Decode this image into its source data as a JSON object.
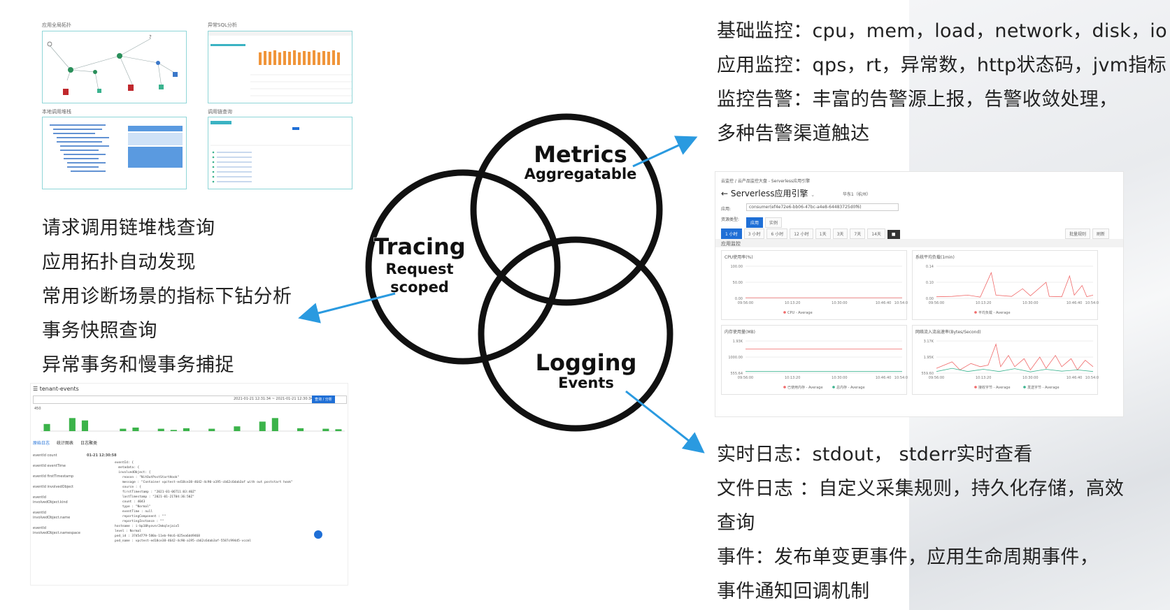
{
  "thumbs": {
    "topology_title": "应用全局拓扑",
    "sql_title": "异常SQL分析",
    "stack_title": "本地调用堆栈",
    "trace_title": "调用链查询"
  },
  "left_features": [
    "请求调用链堆栈查询",
    "应用拓扑自动发现",
    "常用诊断场景的指标下钻分析",
    "事务快照查询",
    "异常事务和慢事务捕捉"
  ],
  "venn": {
    "metrics": {
      "title": "Metrics",
      "sub": "Aggregatable"
    },
    "tracing": {
      "title": "Tracing",
      "sub1": "Request",
      "sub2": "scoped"
    },
    "logging": {
      "title": "Logging",
      "sub": "Events"
    }
  },
  "right_top": [
    "基础监控：cpu，mem，load，network，disk，io",
    "应用监控：qps，rt，异常数，http状态码，jvm指标",
    "监控告警：丰富的告警源上报，告警收敛处理，",
    "多种告警渠道触达"
  ],
  "right_bottom": [
    "实时日志：stdout， stderr实时查看",
    "文件日志 ：自定义采集规则，持久化存储，高效",
    "查询",
    "事件：发布单变更事件，应用生命周期事件，",
    "事件通知回调机制"
  ],
  "dashboard": {
    "breadcrumb": "云监控 / 云产品监控大盘 - Serverless应用引擎",
    "title": "Serverless应用引擎",
    "region": "华东1（杭州）",
    "app_label": "应用:",
    "app_value": "consumer(ef4e72e6-bb06-47bc-a4e8-64483725d0f6)",
    "resource_label": "资源类型:",
    "resource_options": [
      "应用",
      "实例"
    ],
    "time_ranges": [
      "1 小时",
      "3 小时",
      "6 小时",
      "12 小时",
      "1天",
      "3天",
      "7天",
      "14天"
    ],
    "actions": [
      "批量规则",
      "刷新"
    ],
    "section": "应用监控",
    "charts": [
      {
        "title": "CPU使用率(%)",
        "y_ticks": [
          "100.00",
          "50.00",
          "0.00"
        ],
        "x_ticks": [
          "09:56:00",
          "10:13:20",
          "10:30:00",
          "10:46:40",
          "10:54:00"
        ],
        "legend": [
          "CPU - Average"
        ],
        "legend_colors": [
          "#f06a6a"
        ]
      },
      {
        "title": "系统平均负载(1min)",
        "y_ticks": [
          "0.14",
          "0.10",
          "0.00"
        ],
        "x_ticks": [
          "09:56:00",
          "10:13:20",
          "10:30:00",
          "10:46:40",
          "10:54:00"
        ],
        "legend": [
          "平均负载 - Average"
        ],
        "legend_colors": [
          "#f06a6a"
        ]
      },
      {
        "title": "内存使用量(MB)",
        "y_ticks": [
          "1.93K",
          "1000.00",
          "555.64"
        ],
        "x_ticks": [
          "09:56:00",
          "10:13:20",
          "10:30:00",
          "10:46:40",
          "10:54:00"
        ],
        "legend": [
          "已使用内存 - Average",
          "总内存 - Average"
        ],
        "legend_colors": [
          "#f06a6a",
          "#3bb38f"
        ]
      },
      {
        "title": "网络流入流出速率(Bytes/Second)",
        "y_ticks": [
          "3.17K",
          "1.95K",
          "559.60"
        ],
        "x_ticks": [
          "09:56:00",
          "10:13:20",
          "10:30:00",
          "10:46:40",
          "10:54:00"
        ],
        "legend": [
          "接收字节 - Average",
          "发送字节 - Average"
        ],
        "legend_colors": [
          "#f06a6a",
          "#3bb38f"
        ]
      }
    ]
  },
  "logs": {
    "title": "tenant-events",
    "tabs": [
      "原始日志",
      "统计图表",
      "日志聚类"
    ],
    "time_range": "2021-01-21 12:31:34 ~ 2021-01-21 12:30:34",
    "search_btn": "查询 / 分析",
    "fields": [
      "eventId count",
      "eventId eventTime",
      "eventId firstTimestamp",
      "eventId involvedObject",
      "eventId involvedObject.kind",
      "eventId involvedObject.name",
      "eventId involvedObject.namespace"
    ],
    "entry_time": "01-21 12:30:58",
    "json_lines": [
      "eventId: {",
      "  metadata: {",
      "  involvedObject: {",
      "    reason : \"NitOutPostStartHook\"",
      "    message : \"Container vpctest-ed18ce38-4642-4c90-a195-cb62c6dab3af with out poststart hook\"",
      "    source : {",
      "    firstTimestamp : \"2021-01-06T11:03:40Z\"",
      "    lastTimestamp : \"2021-01-21T04:36:50Z\"",
      "    count : 4043",
      "    type : \"Normal\"",
      "    eventTime : null",
      "    reportingComponent : \"\"",
      "    reportingInstance : \"\"",
      "hostname : i-bp10hyovnr2mkqlejaix5",
      "level : Normal",
      "pod_id : 37d5d779-580a-11eb-9dc6-025ea6dd9468",
      "pod_name : vpctest-ed18ce38-4642-4c90-a195-cb62c6dab3af-5587c994d5-vccml"
    ],
    "histogram": [
      0.3,
      0.0,
      0.55,
      0.45,
      0.0,
      0.0,
      0.1,
      0.15,
      0.0,
      0.1,
      0.05,
      0.12,
      0.0,
      0.1,
      0.0,
      0.2,
      0.0,
      0.4,
      0.55,
      0.0,
      0.12,
      0.0,
      0.1,
      0.08
    ],
    "histogram_ymax": "450"
  }
}
